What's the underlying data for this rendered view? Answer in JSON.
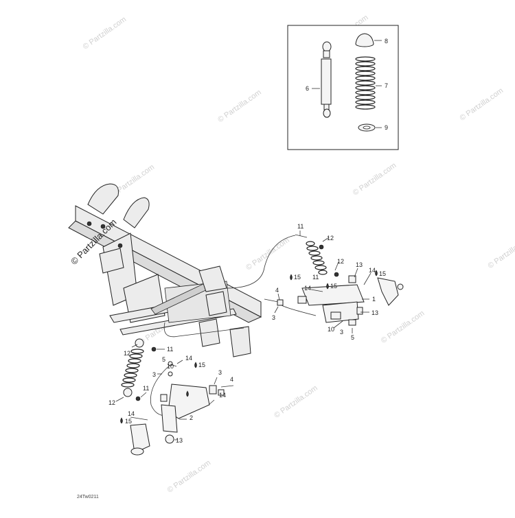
{
  "watermark": "© Partzilla.com",
  "copyright": "© Partzilla.com",
  "diagram_code": "24Tw0211",
  "callouts": {
    "n1": "1",
    "n2": "2",
    "n3a": "3",
    "n3b": "3",
    "n3c": "3",
    "n3d": "3",
    "n4a": "4",
    "n4b": "4",
    "n5a": "5",
    "n5b": "5",
    "n6": "6",
    "n7": "7",
    "n8": "8",
    "n9": "9",
    "n10a": "10",
    "n10b": "10",
    "n11a": "11",
    "n11b": "11",
    "n11c": "11",
    "n11d": "11",
    "n12a": "12",
    "n12b": "12",
    "n12c": "12",
    "n13a": "13",
    "n13b": "13",
    "n13c": "13",
    "n14a": "14",
    "n14b": "14",
    "n14c": "14",
    "n14d": "14",
    "n15a": "15",
    "n15b": "15",
    "n15c": "15",
    "n15d": "15"
  }
}
